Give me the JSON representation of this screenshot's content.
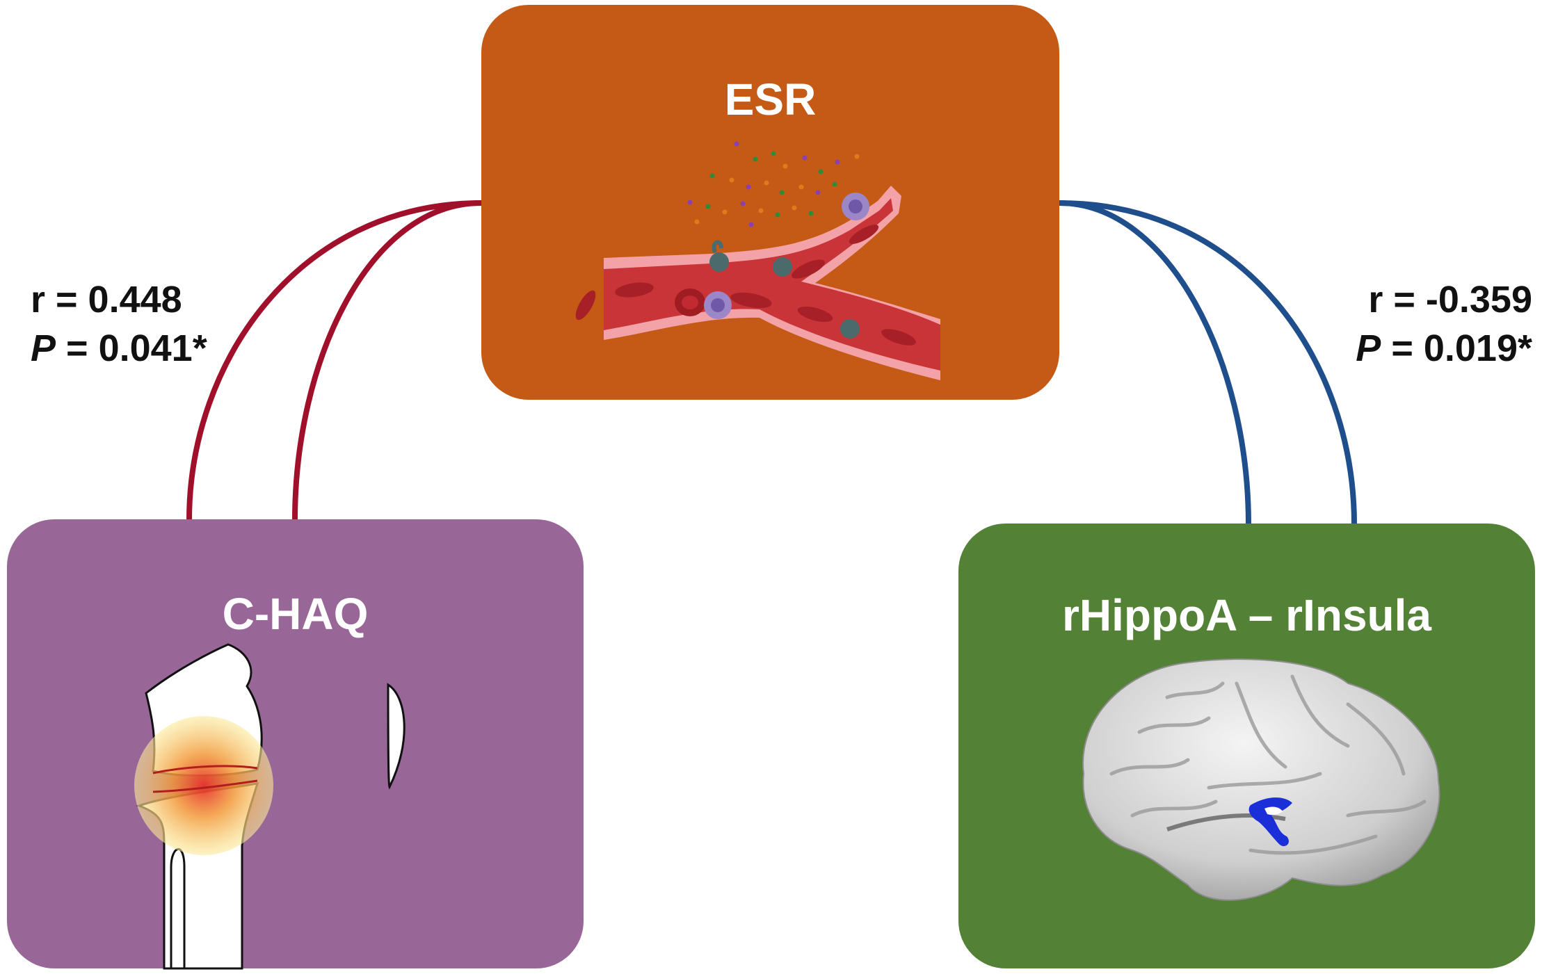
{
  "nodes": {
    "esr": {
      "label": "ESR",
      "color": "#c45a15"
    },
    "chaq": {
      "label": "C-HAQ",
      "color": "#996698"
    },
    "brain": {
      "label": "rHippoA – rInsula",
      "color": "#538135"
    }
  },
  "edges": {
    "esr_chaq": {
      "r_label": "r = 0.448",
      "p_symbol": "P",
      "p_rest": " = 0.041*",
      "color": "#a0102a"
    },
    "esr_brain": {
      "r_label": "r = -0.359",
      "p_symbol": "P",
      "p_rest": " = 0.019*",
      "color": "#1f4e8c"
    }
  },
  "icons": {
    "esr": "blood-vessel-icon",
    "chaq": "knee-joint-icon",
    "brain": "brain-icon"
  }
}
